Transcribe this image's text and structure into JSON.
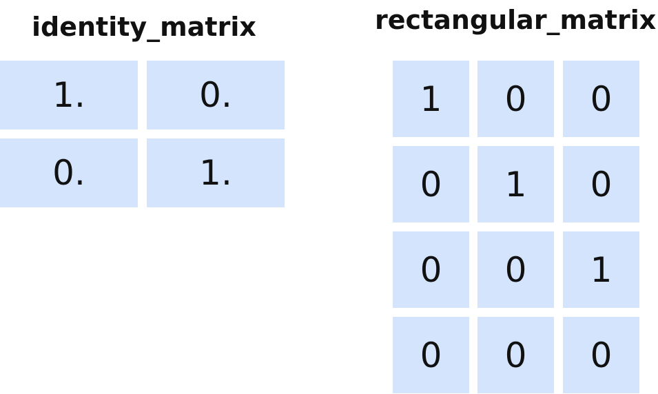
{
  "matrices": {
    "identity": {
      "title": "identity_matrix",
      "rows": [
        [
          "1.",
          "0."
        ],
        [
          "0.",
          "1."
        ]
      ]
    },
    "rectangular": {
      "title": "rectangular_matrix",
      "rows": [
        [
          "1",
          "0",
          "0"
        ],
        [
          "0",
          "1",
          "0"
        ],
        [
          "0",
          "0",
          "1"
        ],
        [
          "0",
          "0",
          "0"
        ]
      ]
    }
  },
  "colors": {
    "cell_fill": "#d4e4fc",
    "text": "#111111",
    "background": "#ffffff"
  }
}
